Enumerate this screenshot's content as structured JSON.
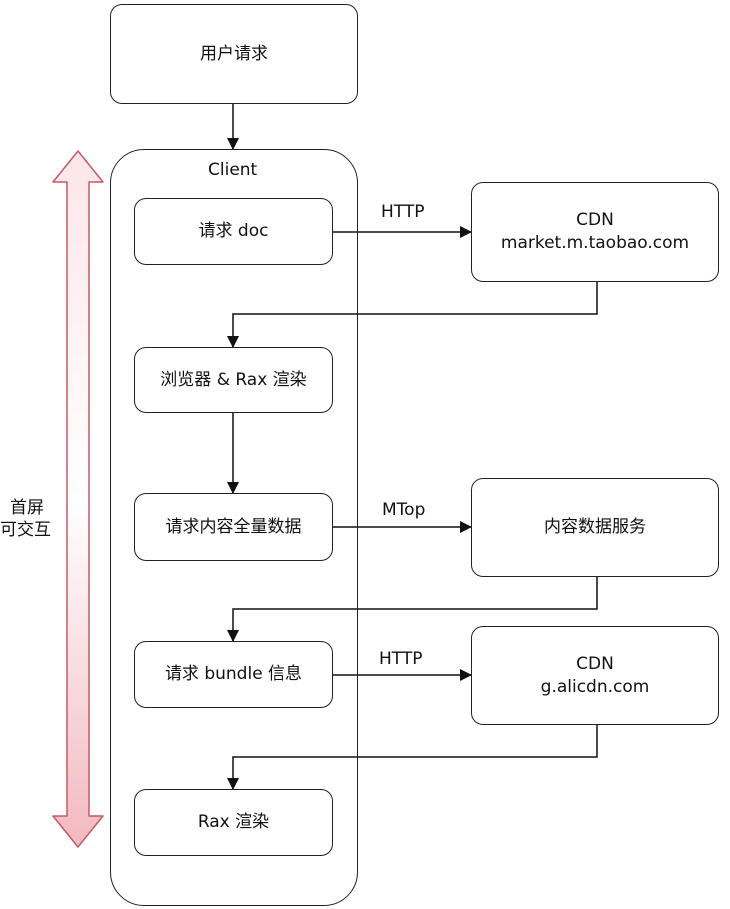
{
  "nodes": {
    "user_request": "用户请求",
    "client_title": "Client",
    "request_doc": "请求 doc",
    "browser_render": "浏览器 & Rax 渲染",
    "request_content": "请求内容全量数据",
    "request_bundle": "请求 bundle 信息",
    "rax_render": "Rax 渲染",
    "cdn_market_title": "CDN",
    "cdn_market_host": "market.m.taobao.com",
    "content_service": "内容数据服务",
    "cdn_ali_title": "CDN",
    "cdn_ali_host": "g.alicdn.com"
  },
  "edges": {
    "http_1": "HTTP",
    "mtop": "MTop",
    "http_2": "HTTP"
  },
  "side_label": {
    "line1": "首屏",
    "line2": "可交互"
  },
  "colors": {
    "stroke": "#222222",
    "arrow_fill": "#f2c4c8",
    "arrow_stroke": "#c65a64"
  }
}
